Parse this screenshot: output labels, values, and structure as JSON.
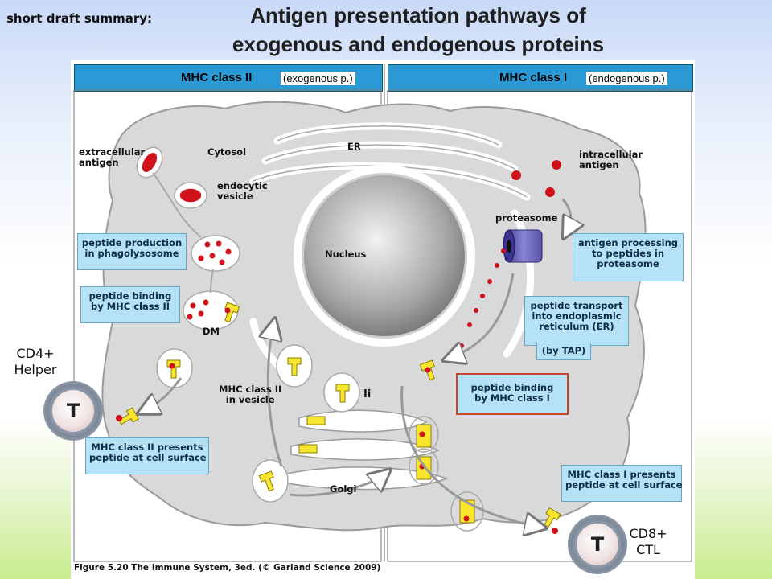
{
  "header": {
    "short_label": "short draft summary:",
    "title_line1": "Antigen presentation pathways of",
    "title_line2": "exogenous and endogenous proteins"
  },
  "left_panel": {
    "heading": "MHC class II",
    "subheading": "(exogenous p.)",
    "labels": {
      "extracellular": "extracellular\nantigen",
      "cytosol": "Cytosol",
      "endocytic": "endocytic\nvesicle",
      "dm": "DM",
      "mhc_vesicle": "MHC class II\nin vesicle",
      "ii": "Ii",
      "golgi": "Golgi"
    },
    "boxes": {
      "production": "peptide production\nin phagolysosome",
      "binding": "peptide binding\nby MHC class II",
      "presents": "MHC class II presents\npeptide at cell surface"
    },
    "tcell_label": "CD4+\nHelper",
    "tcell_letter": "T"
  },
  "center": {
    "er_label": "ER",
    "nucleus_label": "Nucleus"
  },
  "right_panel": {
    "heading": "MHC class I",
    "subheading": "(endogenous p.)",
    "labels": {
      "intracellular": "intracellular\nantigen",
      "proteasome": "proteasome"
    },
    "boxes": {
      "processing": "antigen processing\nto peptides in\nproteasome",
      "transport": "peptide transport\ninto endoplasmic\nreticulum (ER)",
      "tap": "(by TAP)",
      "binding": "peptide binding\nby MHC class I",
      "presents": "MHC class I presents\npeptide at cell surface"
    },
    "tcell_label": "CD8+\nCTL",
    "tcell_letter": "T"
  },
  "caption": "Figure 5.20 The Immune System, 3ed. (© Garland Science 2009)",
  "colors": {
    "panel_header": "#2b99d6",
    "cell_fill": "#d9d9d9",
    "info_box": "#b6e2f5",
    "antigen_red": "#d0121b",
    "mhc_yellow": "#f7e62d",
    "proteasome": "#6b62b8",
    "highlight_border": "#c9452c"
  }
}
